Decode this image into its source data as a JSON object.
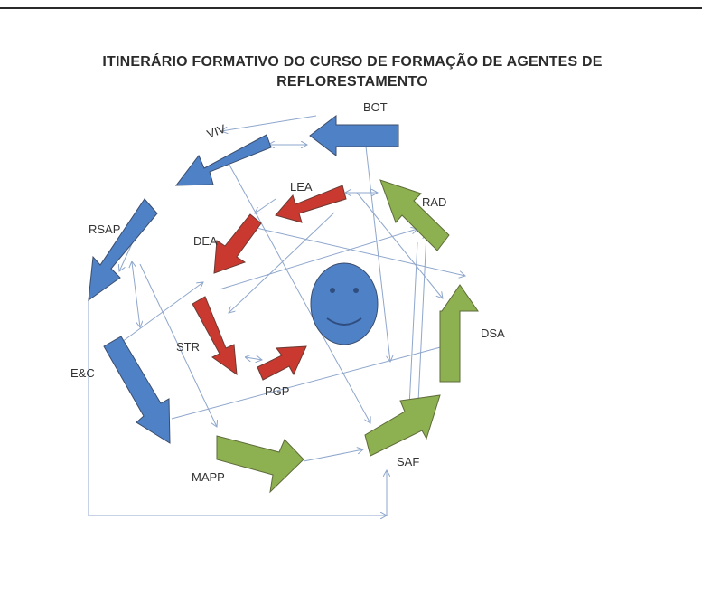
{
  "title": {
    "line1": "ITINERÁRIO FORMATIVO DO CURSO DE FORMAÇÃO DE AGENTES DE",
    "line2": "REFLORESTAMENTO"
  },
  "center_icon": "smiley-face-icon",
  "colors": {
    "blue": "#4f81c7",
    "red": "#c9392f",
    "green": "#8db050",
    "arrow_stroke": "#3b4d6b",
    "connector": "#8ea6cc",
    "face": "#4f81c7"
  },
  "nodes": [
    {
      "id": "BOT",
      "label": "BOT",
      "group": "blue"
    },
    {
      "id": "VIV",
      "label": "VIV",
      "group": "blue"
    },
    {
      "id": "RSAP",
      "label": "RSAP",
      "group": "blue"
    },
    {
      "id": "E&C",
      "label": "E&C",
      "group": "blue"
    },
    {
      "id": "LEA",
      "label": "LEA",
      "group": "red"
    },
    {
      "id": "DEA",
      "label": "DEA",
      "group": "red"
    },
    {
      "id": "STR",
      "label": "STR",
      "group": "red"
    },
    {
      "id": "PGP",
      "label": "PGP",
      "group": "red"
    },
    {
      "id": "RAD",
      "label": "RAD",
      "group": "green"
    },
    {
      "id": "DSA",
      "label": "DSA",
      "group": "green"
    },
    {
      "id": "SAF",
      "label": "SAF",
      "group": "green"
    },
    {
      "id": "MAPP",
      "label": "MAPP",
      "group": "green"
    }
  ]
}
